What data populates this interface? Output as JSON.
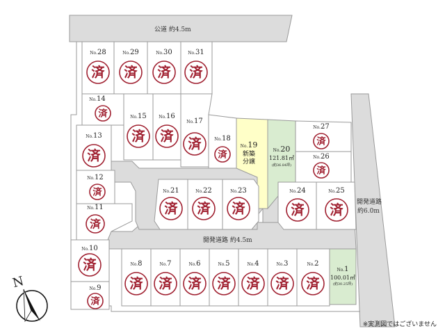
{
  "roads": {
    "public": "公道 約4.5m",
    "dev_main": "開発道路 約4.5m",
    "dev_side_line1": "開発道路",
    "dev_side_line2": "約6.0m"
  },
  "compass": {
    "letter": "N"
  },
  "sold_mark": "済",
  "lots": {
    "n1": {
      "no": "No.",
      "num": "1",
      "area": "100.01㎡",
      "tsubo": "(約30.25坪)"
    },
    "n2": {
      "no": "No.",
      "num": "2"
    },
    "n3": {
      "no": "No.",
      "num": "3"
    },
    "n4": {
      "no": "No.",
      "num": "4"
    },
    "n5": {
      "no": "No.",
      "num": "5"
    },
    "n6": {
      "no": "No.",
      "num": "6"
    },
    "n7": {
      "no": "No.",
      "num": "7"
    },
    "n8": {
      "no": "No.",
      "num": "8"
    },
    "n9": {
      "no": "No.",
      "num": "9"
    },
    "n10": {
      "no": "No.",
      "num": "10"
    },
    "n11": {
      "no": "No.",
      "num": "11"
    },
    "n12": {
      "no": "No.",
      "num": "12"
    },
    "n13": {
      "no": "No.",
      "num": "13"
    },
    "n14": {
      "no": "No.",
      "num": "14"
    },
    "n15": {
      "no": "No.",
      "num": "15"
    },
    "n16": {
      "no": "No.",
      "num": "16"
    },
    "n17": {
      "no": "No.",
      "num": "17"
    },
    "n18": {
      "no": "No.",
      "num": "18"
    },
    "n19": {
      "no": "No.",
      "num": "19",
      "line1": "新築",
      "line2": "分譲"
    },
    "n20": {
      "no": "No.",
      "num": "20",
      "area": "121.81㎡",
      "tsubo": "(約36.84坪)"
    },
    "n21": {
      "no": "No.",
      "num": "21"
    },
    "n22": {
      "no": "No.",
      "num": "22"
    },
    "n23": {
      "no": "No.",
      "num": "23"
    },
    "n24": {
      "no": "No.",
      "num": "24"
    },
    "n25": {
      "no": "No.",
      "num": "25"
    },
    "n26": {
      "no": "No.",
      "num": "26"
    },
    "n27": {
      "no": "No.",
      "num": "27"
    },
    "n28": {
      "no": "No.",
      "num": "28"
    },
    "n29": {
      "no": "No.",
      "num": "29"
    },
    "n30": {
      "no": "No.",
      "num": "30"
    },
    "n31": {
      "no": "No.",
      "num": "31"
    }
  },
  "note": "※実測図ではございません",
  "colors": {
    "sold": "#a02030",
    "newbuild": "#ffffc8",
    "available": "#d9ecd0",
    "road": "#dcdcdc"
  }
}
